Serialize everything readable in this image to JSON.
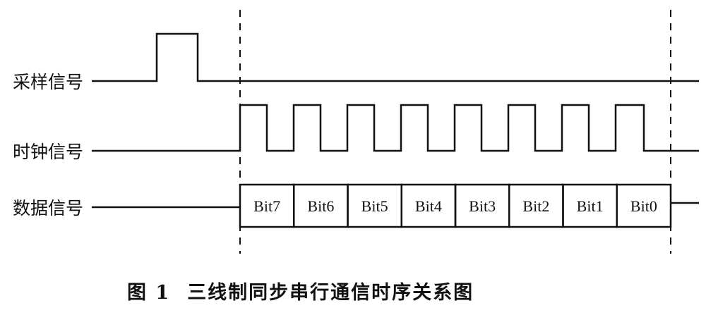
{
  "signals": {
    "sample": "采样信号",
    "clock": "时钟信号",
    "data": "数据信号"
  },
  "bits": [
    "Bit7",
    "Bit6",
    "Bit5",
    "Bit4",
    "Bit3",
    "Bit2",
    "Bit1",
    "Bit0"
  ],
  "caption": {
    "number": "图 1",
    "title": "三线制同步串行通信时序关系图"
  }
}
